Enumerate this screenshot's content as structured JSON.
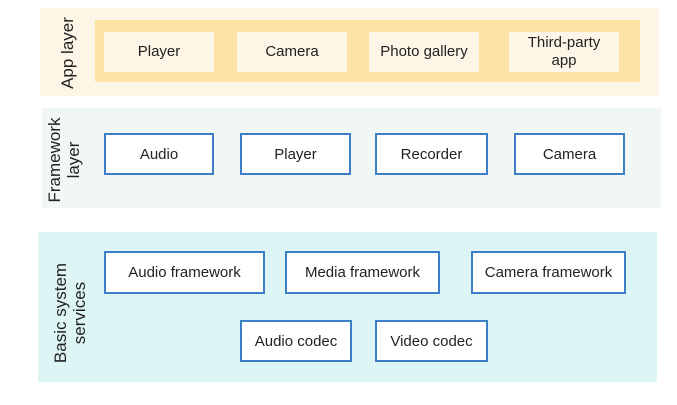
{
  "app_layer": {
    "label": "App layer",
    "items": [
      "Player",
      "Camera",
      "Photo gallery",
      "Third-party\napp"
    ]
  },
  "framework_layer": {
    "label": "Framework\nlayer",
    "items": [
      "Audio",
      "Player",
      "Recorder",
      "Camera"
    ]
  },
  "basic_layer": {
    "label": "Basic system\nservices",
    "items": [
      "Audio framework",
      "Media framework",
      "Camera framework",
      "Audio codec",
      "Video codec"
    ]
  },
  "colors": {
    "app_layer_bg": "#fdf6e6",
    "app_inner_bg": "#fde4a4",
    "framework_bg": "#f1f8f3",
    "basic_bg": "#def5f6",
    "box_border": "#3d7ec9"
  }
}
